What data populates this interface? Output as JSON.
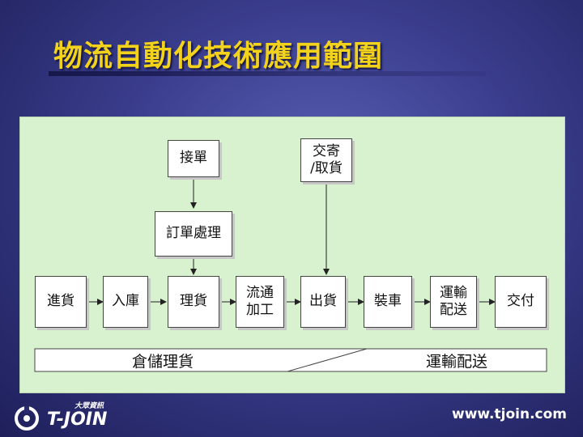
{
  "slide": {
    "title": "物流自動化技術應用範圍",
    "url": "www.tjoin.com"
  },
  "logo": {
    "top_text": "大眾資訊",
    "name": "T-JOIN"
  },
  "nodes": {
    "order": "接單",
    "deliver_pickup": "交寄\n/取貨",
    "order_processing": "訂單處理",
    "purchasing": "進貨",
    "inbound": "入庫",
    "management": "理貨",
    "circulation": "流通\n加工",
    "outbound": "出貨",
    "loading": "裝車",
    "transport": "運輸\n配送",
    "handover": "交付"
  },
  "bars": {
    "warehouse": "倉儲理貨",
    "logistics": "運輸配送"
  },
  "colors": {
    "title": "#f2d21a",
    "panel": "#d8f2d0",
    "background": "#3a3d8c"
  }
}
